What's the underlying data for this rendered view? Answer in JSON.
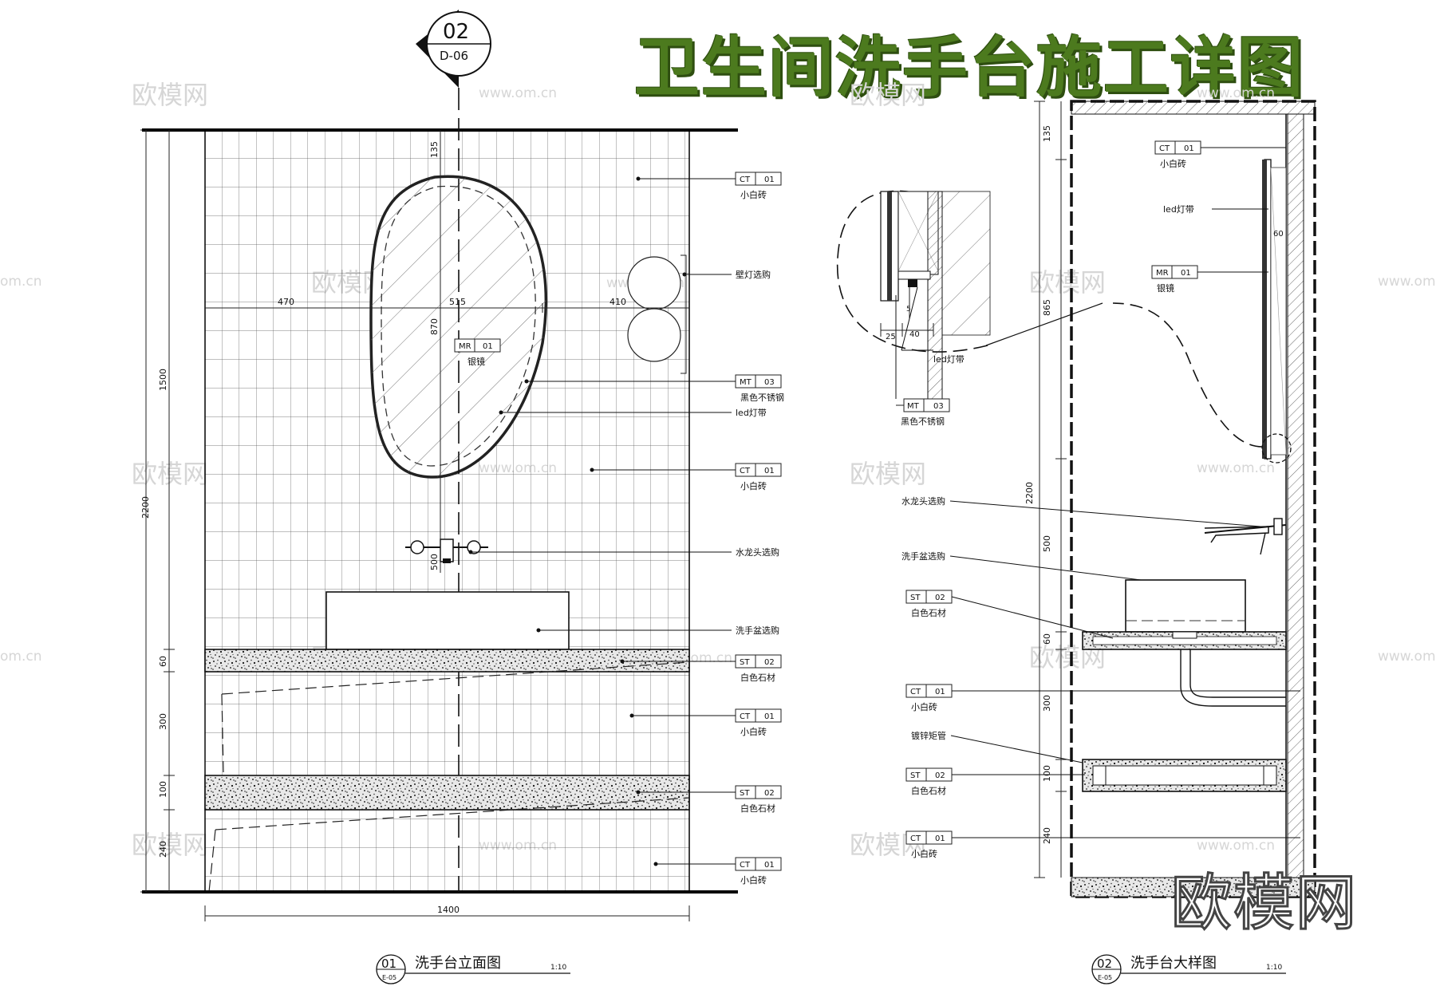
{
  "title": "卫生间洗手台施工详图",
  "section_marker": {
    "num": "02",
    "ref": "D-06"
  },
  "elevation": {
    "dims_horizontal": {
      "a": "470",
      "b": "515",
      "c": "410",
      "total": "1400"
    },
    "dims_vertical": {
      "mirror_top": "135",
      "mirror_h": "870",
      "upper": "1500",
      "overall": "2200",
      "faucet": "500",
      "top": "60",
      "cabinet": "300",
      "shelf": "100",
      "bottom": "240"
    },
    "tags": [
      {
        "code": "CT",
        "num": "01",
        "label": "小白砖"
      },
      {
        "code": "",
        "num": "",
        "label": "壁灯选购"
      },
      {
        "code": "MT",
        "num": "03",
        "label": "黑色不锈钢"
      },
      {
        "code": "",
        "num": "",
        "label": "led灯带"
      },
      {
        "code": "CT",
        "num": "01",
        "label": "小白砖"
      },
      {
        "code": "",
        "num": "",
        "label": "水龙头选购"
      },
      {
        "code": "",
        "num": "",
        "label": "洗手盆选购"
      },
      {
        "code": "ST",
        "num": "02",
        "label": "白色石材"
      },
      {
        "code": "CT",
        "num": "01",
        "label": "小白砖"
      },
      {
        "code": "ST",
        "num": "02",
        "label": "白色石材"
      },
      {
        "code": "CT",
        "num": "01",
        "label": "小白砖"
      }
    ],
    "mirror_tag": {
      "code": "MR",
      "num": "01",
      "label": "银镜"
    },
    "caption": {
      "num": "01",
      "ref": "E-05",
      "title": "洗手台立面图",
      "scale": "1:10"
    }
  },
  "section": {
    "dims_vertical": {
      "top": "135",
      "mirror": "865",
      "overall": "2200",
      "faucet": "500",
      "counter": "60",
      "cabinet": "300",
      "shelf": "100",
      "bottom": "240"
    },
    "detail_dims": {
      "a": "25",
      "b": "40",
      "c": "5"
    },
    "detail_tag": {
      "code": "MT",
      "num": "03",
      "label": "黑色不锈钢"
    },
    "detail_led": "led灯带",
    "mirror_side": "60",
    "tags": [
      {
        "code": "CT",
        "num": "01",
        "label": "小白砖"
      },
      {
        "code": "",
        "num": "",
        "label": "led灯带"
      },
      {
        "code": "MR",
        "num": "01",
        "label": "银镜"
      }
    ],
    "left_tags": [
      {
        "code": "",
        "num": "",
        "label": "水龙头选购"
      },
      {
        "code": "",
        "num": "",
        "label": "洗手盆选购"
      },
      {
        "code": "ST",
        "num": "02",
        "label": "白色石材"
      },
      {
        "code": "CT",
        "num": "01",
        "label": "小白砖"
      },
      {
        "code": "",
        "num": "",
        "label": "镀锌矩管"
      },
      {
        "code": "ST",
        "num": "02",
        "label": "白色石材"
      },
      {
        "code": "CT",
        "num": "01",
        "label": "小白砖"
      }
    ],
    "caption": {
      "num": "02",
      "ref": "E-05",
      "title": "洗手台大样图",
      "scale": "1:10"
    }
  },
  "watermarks": {
    "text": "欧模网",
    "url": "www.om.cn",
    "url_short": "om.cn"
  },
  "brand": "欧模网"
}
